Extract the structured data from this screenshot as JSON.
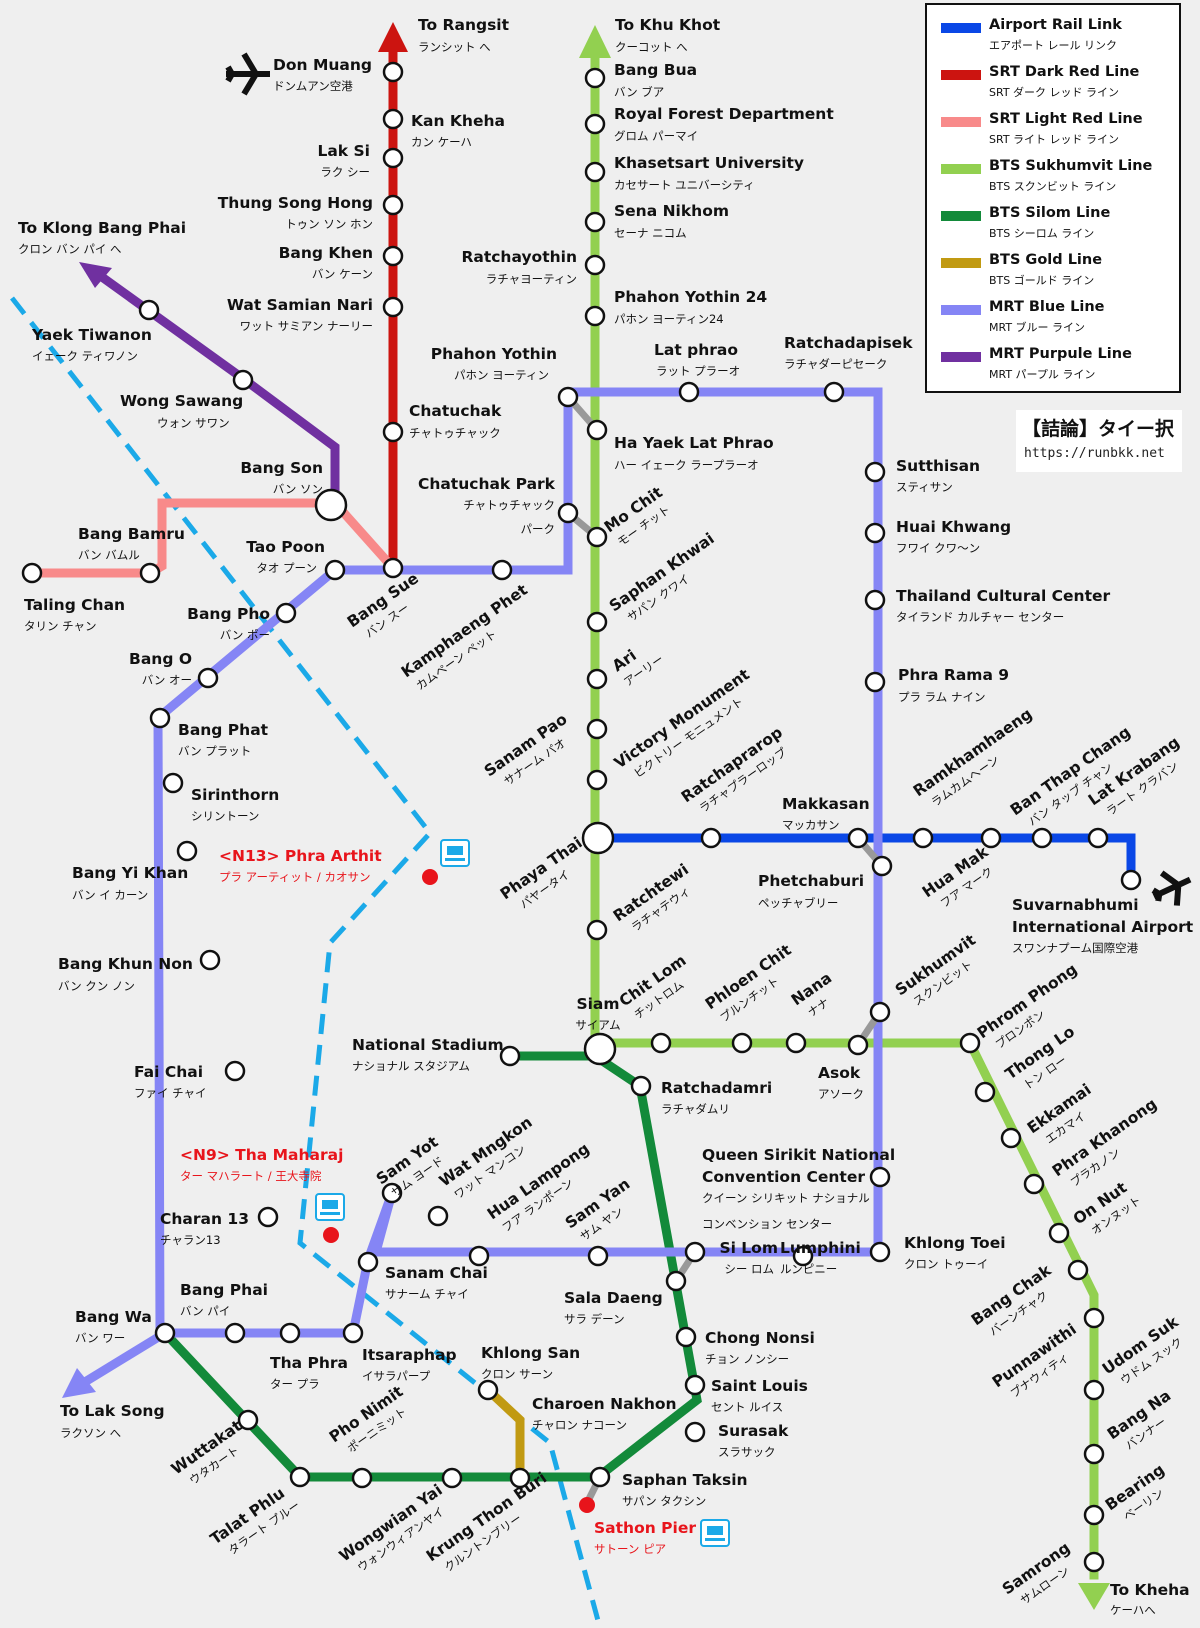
{
  "legend": [
    {
      "en": "Airport Rail Link",
      "ja": "エアポート レール リンク",
      "color": "#0a47e6"
    },
    {
      "en": "SRT  Dark Red Line",
      "ja": "SRT ダーク レッド ライン",
      "color": "#cc1410"
    },
    {
      "en": "SRT Light Red Line",
      "ja": "SRT ライト レッド ライン",
      "color": "#f88a8a"
    },
    {
      "en": "BTS Sukhumvit Line",
      "ja": "BTS スクンビット ライン",
      "color": "#92d050"
    },
    {
      "en": "BTS Silom Line",
      "ja": "BTS シーロム ライン",
      "color": "#138a3a"
    },
    {
      "en": "BTS Gold Line",
      "ja": "BTS ゴールド ライン",
      "color": "#c19a12"
    },
    {
      "en": "MRT Blue Line",
      "ja": "MRT ブルー ライン",
      "color": "#8585f5"
    },
    {
      "en": "MRT Purpule Line",
      "ja": "MRT パープル ライン",
      "color": "#7030a0"
    }
  ],
  "credit": {
    "title": "【詰論】タイー択",
    "url": "https://runbkk.net"
  },
  "piers": [
    {
      "en": "<N13> Phra Arthit",
      "ja": "プラ アーティット / カオサン"
    },
    {
      "en": "<N9> Tha Maharaj",
      "ja": "ター マハラート / 王大寺院"
    },
    {
      "en": "Sathon Pier",
      "ja": "サトーン ピア"
    }
  ],
  "destinations": [
    {
      "en": "To Rangsit",
      "ja": "ランシット へ"
    },
    {
      "en": "To Khu Khot",
      "ja": "クーコット へ"
    },
    {
      "en": "To Klong Bang Phai",
      "ja": "クロン バン パイ へ"
    },
    {
      "en": "To Lak Song",
      "ja": "ラクソン へ"
    },
    {
      "en": "To Kheha",
      "ja": "ケーハへ"
    }
  ],
  "airports": [
    {
      "en": "Don Muang",
      "ja": "ドンムアン空港"
    },
    {
      "en": "Suvarnabhumi",
      "en2": "International Airport",
      "ja": "スワンナプーム国際空港"
    }
  ],
  "stations": [
    {
      "en": "Kan Kheha",
      "ja": "カン ケーハ"
    },
    {
      "en": "Lak Si",
      "ja": "ラク シー"
    },
    {
      "en": "Thung Song Hong",
      "ja": "トゥン ソン ホン"
    },
    {
      "en": "Bang Khen",
      "ja": "バン ケーン"
    },
    {
      "en": "Wat Samian Nari",
      "ja": "ワット サミアン ナーリー"
    },
    {
      "en": "Chatuchak",
      "ja": "チャトゥチャック"
    },
    {
      "en": "Bang Sue",
      "ja": "バン スー"
    },
    {
      "en": "Bang Son",
      "ja": "バン ソン"
    },
    {
      "en": "Bang Bamru",
      "ja": "バン バムル"
    },
    {
      "en": "Taling Chan",
      "ja": "タリン チャン"
    },
    {
      "en": "Yaek Tiwanon",
      "ja": "イェーク ティワノン"
    },
    {
      "en": "Wong Sawang",
      "ja": "ウォン サワン"
    },
    {
      "en": "Tao Poon",
      "ja": "タオ プーン"
    },
    {
      "en": "Bang Bua",
      "ja": "バン ブア"
    },
    {
      "en": "Royal Forest Department",
      "ja": "グロム パーマイ"
    },
    {
      "en": "Khasetsart University",
      "ja": "カセサート ユニバーシティ"
    },
    {
      "en": "Sena Nikhom",
      "ja": "セーナ ニコム"
    },
    {
      "en": "Ratchayothin",
      "ja": "ラチャヨーティン"
    },
    {
      "en": "Phahon Yothin 24",
      "ja": "パホン ヨーティン24"
    },
    {
      "en": "Ha Yaek Lat Phrao",
      "ja": "ハー イェーク ラープラーオ"
    },
    {
      "en": "Mo Chit",
      "ja": "モー チット"
    },
    {
      "en": "Saphan Khwai",
      "ja": "サパン クワイ"
    },
    {
      "en": "Ari",
      "ja": "アーリー"
    },
    {
      "en": "Sanam Pao",
      "ja": "サナーム パオ"
    },
    {
      "en": "Victory Monument",
      "ja": "ビクトリー モニュメント"
    },
    {
      "en": "Phaya Thai",
      "ja": "パヤータイ"
    },
    {
      "en": "Ratchtewi",
      "ja": "ラチャテウィ"
    },
    {
      "en": "Siam",
      "ja": "サイアム"
    },
    {
      "en": "Phahon Yothin",
      "ja": "パホン ヨーティン"
    },
    {
      "en": "Lat phrao",
      "ja": "ラット プラーオ"
    },
    {
      "en": "Ratchadapisek",
      "ja": "ラチャダーピセーク"
    },
    {
      "en": "Chatuchak Park",
      "ja": "チャトゥチャック",
      "ja2": "パーク"
    },
    {
      "en": "Kamphaeng Phet",
      "ja": "カムペーン ペット"
    },
    {
      "en": "Sutthisan",
      "ja": "スティサン"
    },
    {
      "en": "Huai Khwang",
      "ja": "フワイ クワ～ン"
    },
    {
      "en": "Thailand Cultural Center",
      "ja": "タイランド カルチャー センター"
    },
    {
      "en": "Phra Rama 9",
      "ja": "プラ ラム ナイン"
    },
    {
      "en": "Ramkhamhaeng",
      "ja": "ラムカムヘーン"
    },
    {
      "en": "Ban Thap Chang",
      "ja": "バン タップ チャン"
    },
    {
      "en": "Lat Krabang",
      "ja": "ラート クラバン"
    },
    {
      "en": "Makkasan",
      "ja": "マッカサン"
    },
    {
      "en": "Hua Mak",
      "ja": "フア マーク"
    },
    {
      "en": "Phetchaburi",
      "ja": "ペッチャブリー"
    },
    {
      "en": "Ratchaprarop",
      "ja": "ラチャプラーロップ"
    },
    {
      "en": "Bang Pho",
      "ja": "バン ポー"
    },
    {
      "en": "Bang O",
      "ja": "バン オー"
    },
    {
      "en": "Bang Phat",
      "ja": "バン プラット"
    },
    {
      "en": "Sirinthorn",
      "ja": "シリントーン"
    },
    {
      "en": "Bang Yi Khan",
      "ja": "バン イ カーン"
    },
    {
      "en": "Bang Khun Non",
      "ja": "バン クン ノン"
    },
    {
      "en": "Fai Chai",
      "ja": "ファイ チャイ"
    },
    {
      "en": "Charan 13",
      "ja": "チャラン13"
    },
    {
      "en": "Bang Phai",
      "ja": "バン パイ"
    },
    {
      "en": "Bang Wa",
      "ja": "バン ワー"
    },
    {
      "en": "Tha Phra",
      "ja": "ター プラ"
    },
    {
      "en": "Itsaraphap",
      "ja": "イサラパープ"
    },
    {
      "en": "Sanam Chai",
      "ja": "サナーム チャイ"
    },
    {
      "en": "Sam Yot",
      "ja": "サム ヨード"
    },
    {
      "en": "Wat Mngkon",
      "ja": "ワット マンコン"
    },
    {
      "en": "Hua Lampong",
      "ja": "フア ランポーン"
    },
    {
      "en": "Sam Yan",
      "ja": "サム ヤン"
    },
    {
      "en": "Si Lom",
      "ja": "シー ロム"
    },
    {
      "en": "Lumphini",
      "ja": "ルンピニー"
    },
    {
      "en": "Khlong Toei",
      "ja": "クロン トゥーイ"
    },
    {
      "en": "Queen Sirikit National",
      "en2": "Convention Center",
      "ja": "クイーン シリキット ナショナル",
      "ja2": "コンベンション センター"
    },
    {
      "en": "Chit Lom",
      "ja": "チットロム"
    },
    {
      "en": "Phloen Chit",
      "ja": "プルンチット"
    },
    {
      "en": "Nana",
      "ja": "ナナ"
    },
    {
      "en": "Asok",
      "ja": "アソーク"
    },
    {
      "en": "Sukhumvit",
      "ja": "スクンビット"
    },
    {
      "en": "Phrom Phong",
      "ja": "プロンポン"
    },
    {
      "en": "Thong Lo",
      "ja": "トン ロー"
    },
    {
      "en": "Ekkamai",
      "ja": "エカマイ"
    },
    {
      "en": "Phra Khanong",
      "ja": "プラカノン"
    },
    {
      "en": "On Nut",
      "ja": "オンヌット"
    },
    {
      "en": "Bang Chak",
      "ja": "バーンチャク"
    },
    {
      "en": "Punnawithi",
      "ja": "プナウィティ"
    },
    {
      "en": "Udom Suk",
      "ja": "ウドム スック"
    },
    {
      "en": "Bang Na",
      "ja": "バンナー"
    },
    {
      "en": "Bearing",
      "ja": "ベーリン"
    },
    {
      "en": "Samrong",
      "ja": "サムローン"
    },
    {
      "en": "National Stadium",
      "ja": "ナショナル スタジアム"
    },
    {
      "en": "Ratchadamri",
      "ja": "ラチャダムリ"
    },
    {
      "en": "Sala Daeng",
      "ja": "サラ デーン"
    },
    {
      "en": "Chong Nonsi",
      "ja": "チョン ノンシー"
    },
    {
      "en": "Saint Louis",
      "ja": "セント ルイス"
    },
    {
      "en": "Surasak",
      "ja": "スラサック"
    },
    {
      "en": "Saphan Taksin",
      "ja": "サパン タクシン"
    },
    {
      "en": "Khlong San",
      "ja": "クロン サーン"
    },
    {
      "en": "Charoen Nakhon",
      "ja": "チャロン ナコーン"
    },
    {
      "en": "Krung Thon Buri",
      "ja": "クルントンブリー"
    },
    {
      "en": "Wongwian Yai",
      "ja": "ウォンウィアンヤイ"
    },
    {
      "en": "Pho Nimit",
      "ja": "ポーニミット"
    },
    {
      "en": "Talat Phlu",
      "ja": "タラート プルー"
    },
    {
      "en": "Wuttakat",
      "ja": "ウタカート"
    }
  ]
}
